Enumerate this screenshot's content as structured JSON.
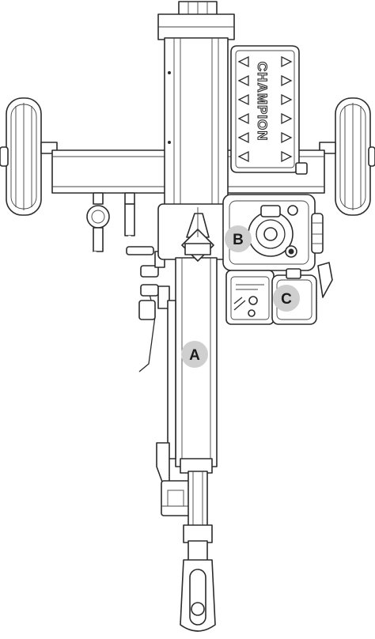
{
  "diagram": {
    "brand_label": "CHAMPION",
    "callouts": [
      {
        "id": "A",
        "label": "A"
      },
      {
        "id": "B",
        "label": "B"
      },
      {
        "id": "C",
        "label": "C"
      }
    ],
    "colors": {
      "line": "#2b2b2b",
      "callout_fill": "#cfcfcf",
      "background": "#ffffff"
    }
  }
}
